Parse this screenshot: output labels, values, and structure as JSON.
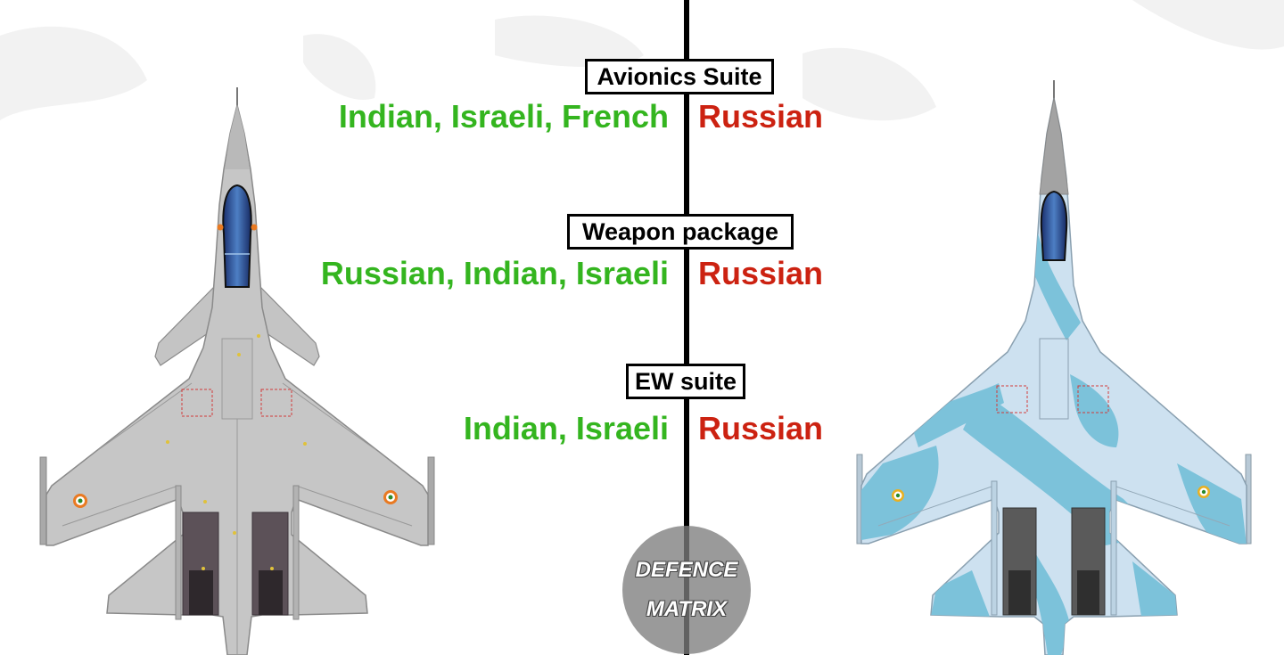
{
  "rows": [
    {
      "label": "Avionics Suite",
      "left": "Indian, Israeli, French",
      "right": "Russian"
    },
    {
      "label": "Weapon package",
      "left": "Russian, Indian, Israeli",
      "right": "Russian"
    },
    {
      "label": "EW suite",
      "left": "Indian, Israeli",
      "right": "Russian"
    }
  ],
  "watermark": {
    "line1": "DEFENCE",
    "line2": "MATRIX"
  },
  "colors": {
    "left_text": "#34b51f",
    "right_text": "#cc2211",
    "divider": "#000000",
    "left_aircraft": "#c6c6c6",
    "right_aircraft_base": "#cde1f0",
    "right_aircraft_camo": "#7cc2da"
  },
  "icons": {
    "left_aircraft": "fighter-jet-top-view-icon",
    "right_aircraft": "fighter-jet-top-view-icon",
    "roundel": "roundel-icon"
  }
}
